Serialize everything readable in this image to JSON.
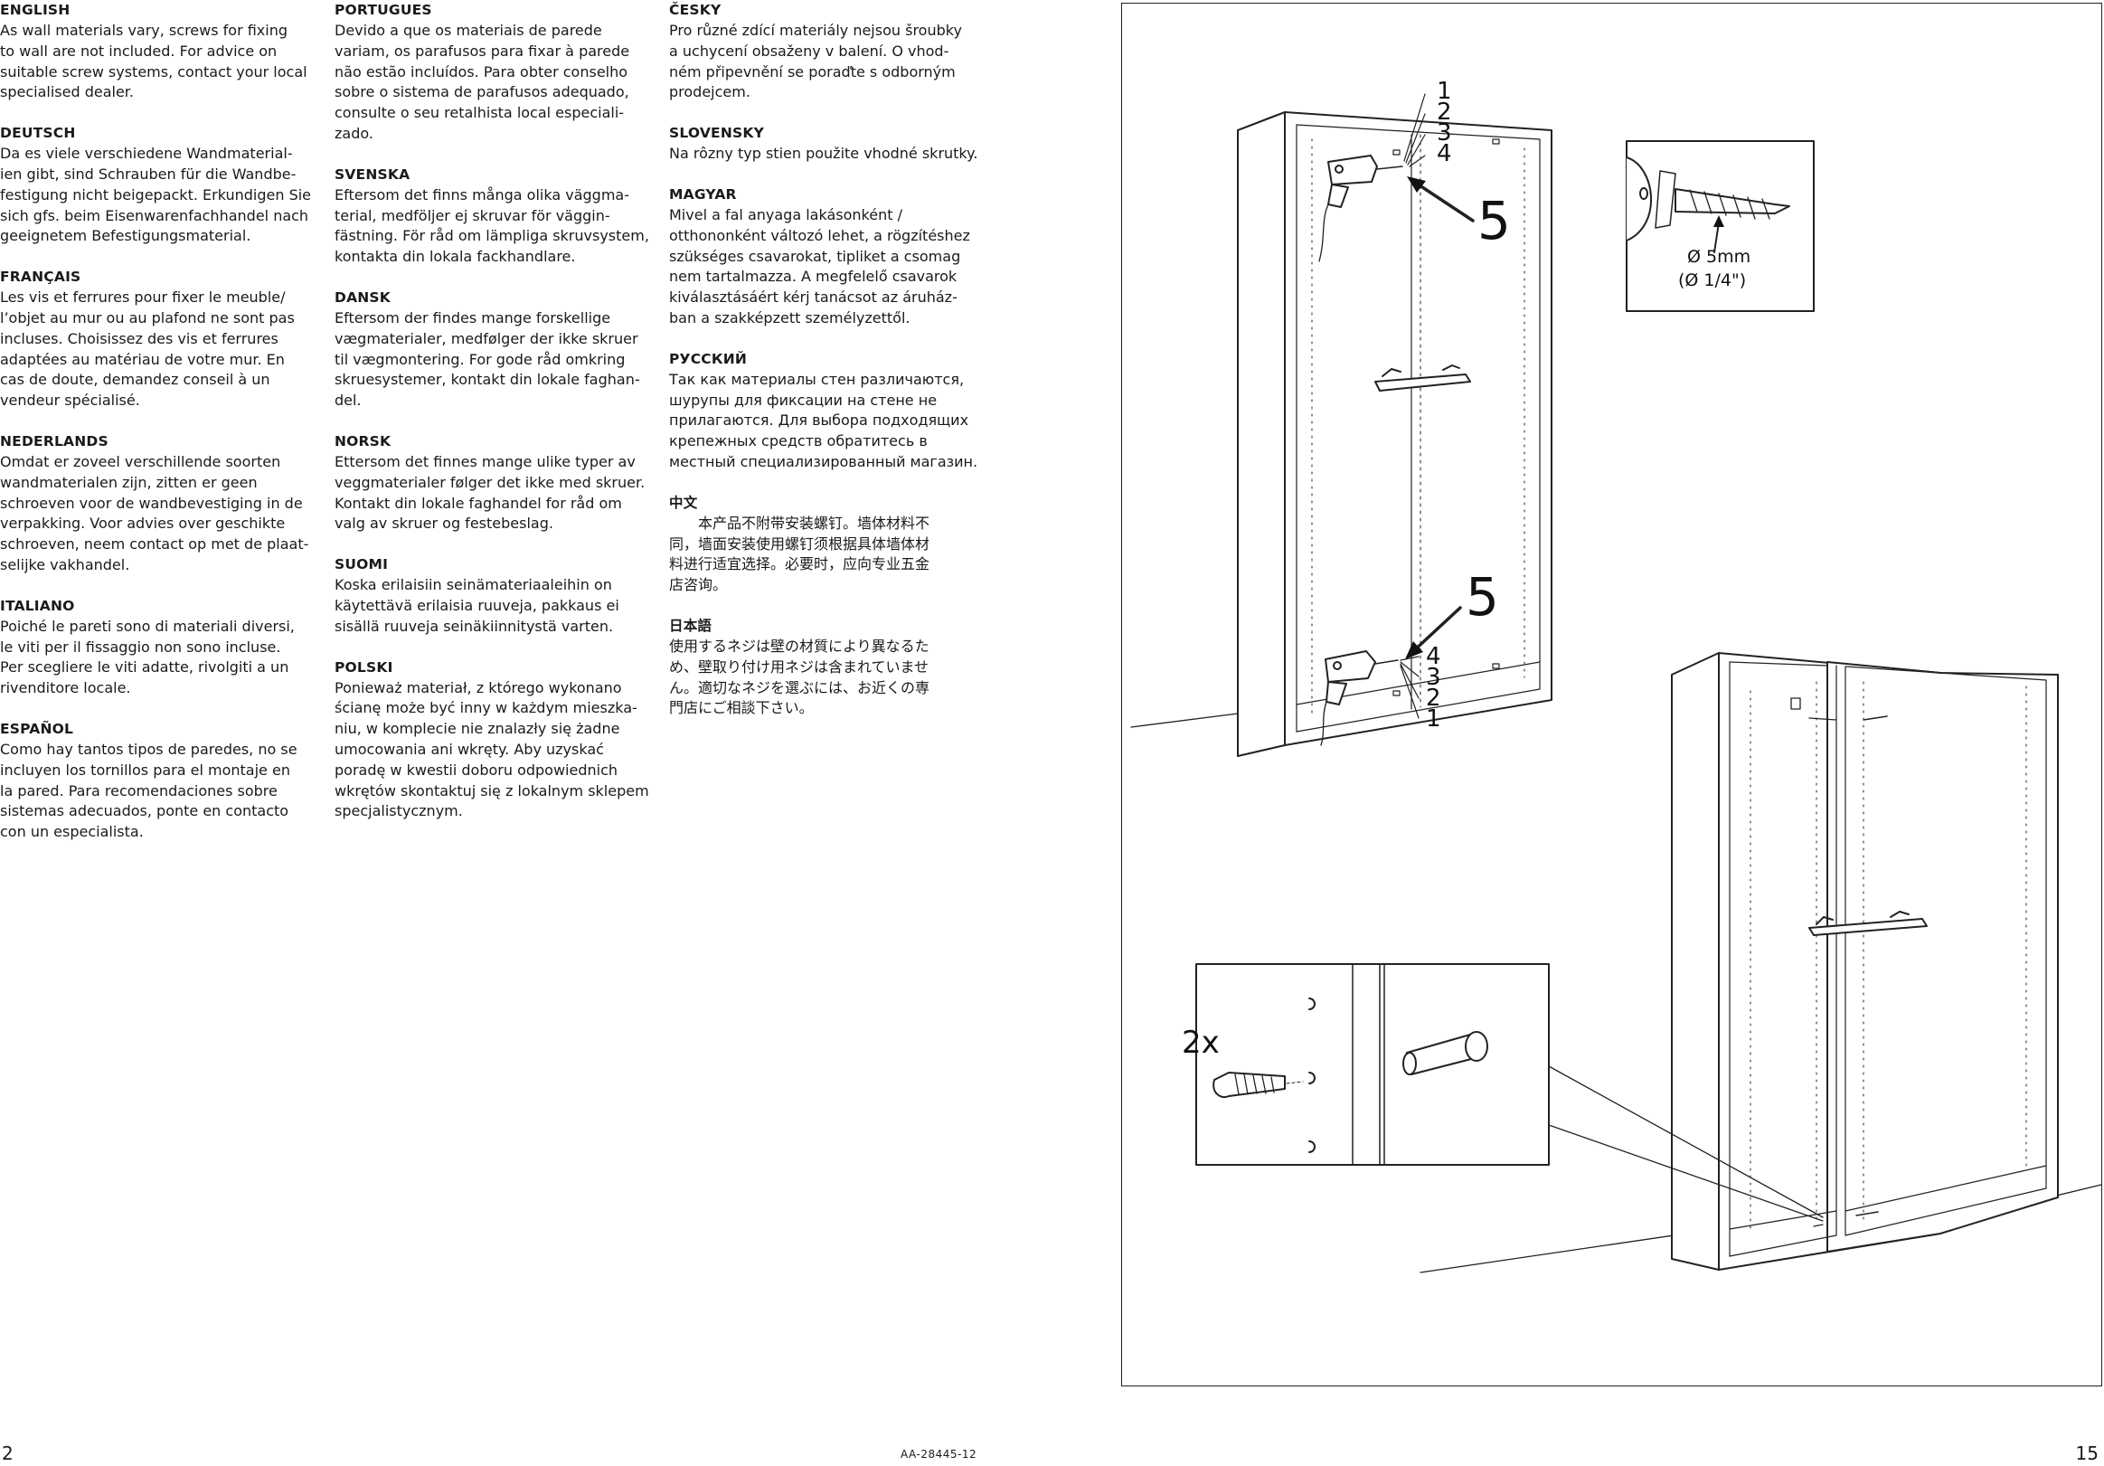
{
  "sections_col1": [
    {
      "heading": "ENGLISH",
      "body": "As wall materials vary, screws for fixing\nto wall are not included. For advice on\nsuitable screw systems, contact your local\nspecialised dealer."
    },
    {
      "heading": "DEUTSCH",
      "body": "Da es viele verschiedene Wandmaterial-\nien gibt, sind Schrauben für die Wandbe-\nfestigung nicht beigepackt. Erkundigen Sie\nsich gfs. beim Eisenwarenfachhandel nach\ngeeignetem Befestigungsmaterial."
    },
    {
      "heading": "FRANÇAIS",
      "body": "Les vis et ferrures pour fixer le meuble/\nl’objet au mur ou au plafond ne sont pas\nincluses. Choisissez des vis et ferrures\nadaptées au matériau de votre mur. En\ncas de doute, demandez conseil à un\nvendeur spécialisé."
    },
    {
      "heading": "NEDERLANDS",
      "body": "Omdat er zoveel verschillende soorten\nwandmaterialen zijn, zitten er geen\nschroeven voor de wandbevestiging in de\nverpakking. Voor advies over geschikte\nschroeven, neem contact op met de plaat-\nselijke vakhandel."
    },
    {
      "heading": "ITALIANO",
      "body": "Poiché le pareti sono di materiali diversi,\nle viti per il fissaggio non sono incluse.\nPer scegliere le viti adatte, rivolgiti a un\nrivenditore locale."
    },
    {
      "heading": "ESPAÑOL",
      "body": "Como hay tantos  tipos de paredes, no se\nincluyen los tornillos para el montaje en\nla pared. Para recomendaciones sobre\nsistemas adecuados, ponte en contacto\ncon un especialista."
    }
  ],
  "sections_col2": [
    {
      "heading": "PORTUGUES",
      "body": "Devido a que os materiais de parede\nvariam, os parafusos para fixar à parede\nnão estão incluídos. Para obter conselho\nsobre o sistema de parafusos adequado,\nconsulte o seu retalhista local especiali-\nzado."
    },
    {
      "heading": "SVENSKA",
      "body": "Eftersom det finns många olika väggma-\nterial, medföljer ej skruvar för väggin-\nfästning. För råd om lämpliga skruvsystem,\nkontakta din lokala fackhandlare."
    },
    {
      "heading": "DANSK",
      "body": "Eftersom der findes mange forskellige\nvægmaterialer, medfølger der ikke skruer\ntil vægmontering. For gode råd omkring\nskruesystemer, kontakt din lokale faghan-\ndel."
    },
    {
      "heading": "NORSK",
      "body": "Ettersom det finnes mange ulike typer av\nveggmaterialer følger det ikke med skruer.\nKontakt din lokale faghandel for råd om\nvalg av skruer og festebeslag."
    },
    {
      "heading": "SUOMI",
      "body": "Koska erilaisiin seinämateriaaleihin on\nkäytettävä erilaisia ruuveja, pakkaus ei\nsisällä ruuveja seinäkiinnitystä varten."
    },
    {
      "heading": "POLSKI",
      "body": "Ponieważ materiał, z którego wykonano\nścianę może być inny w każdym mieszka-\nniu, w komplecie nie znalazły się żadne\numocowania ani wkręty. Aby uzyskać\nporadę w kwestii doboru odpowiednich\nwkrętów skontaktuj się z lokalnym sklepem\nspecjalistycznym."
    }
  ],
  "sections_col3": [
    {
      "heading": "ČESKY",
      "body": "Pro různé zdící materiály nejsou šroubky\na uchycení obsaženy v balení. O vhod-\nném připevnění se poraďte s odborným\nprodejcem."
    },
    {
      "heading": "SLOVENSKY",
      "body": "Na rôzny typ stien použite vhodné skrutky."
    },
    {
      "heading": "MAGYAR",
      "body": "Mivel a fal anyaga lakásonként /\notthononként változó lehet, a rögzítéshez\nszükséges csavarokat, tipliket a csomag\nnem tartalmazza.  A megfelelő csavarok\nkiválasztásáért kérj tanácsot az áruház-\nban a szakképzett személyzettől."
    },
    {
      "heading": "РУССКИЙ",
      "body": "Так как материалы стен различаются,\nшурупы для фиксации на стене не\nприлагаются. Для выбора подходящих\nкрепежных средств обратитесь в\nместный специализированный магазин."
    },
    {
      "heading": "中文",
      "body": "　　本产品不附带安装螺钉。墙体材料不\n同，墙面安装使用螺钉须根据具体墙体材\n料进行适宜选择。必要时，应向专业五金\n店咨询。"
    },
    {
      "heading": "日本語",
      "body": "使用するネジは壁の材質により異なるた\nめ、壁取り付け用ネジは含まれていませ\nん。適切なネジを選ぶには、お近くの専\n門店にご相談下さい。"
    }
  ],
  "illustration": {
    "steps_top": [
      "1",
      "2",
      "3",
      "4"
    ],
    "step_five": "5",
    "steps_bottom": [
      "4",
      "3",
      "2",
      "1"
    ],
    "drill_size_mm": "Ø 5mm",
    "drill_size_in": "(Ø 1/4\")",
    "quantity": "2x"
  },
  "footer": {
    "page_left": "2",
    "doc_id": "AA-28445-12",
    "page_right": "15"
  }
}
